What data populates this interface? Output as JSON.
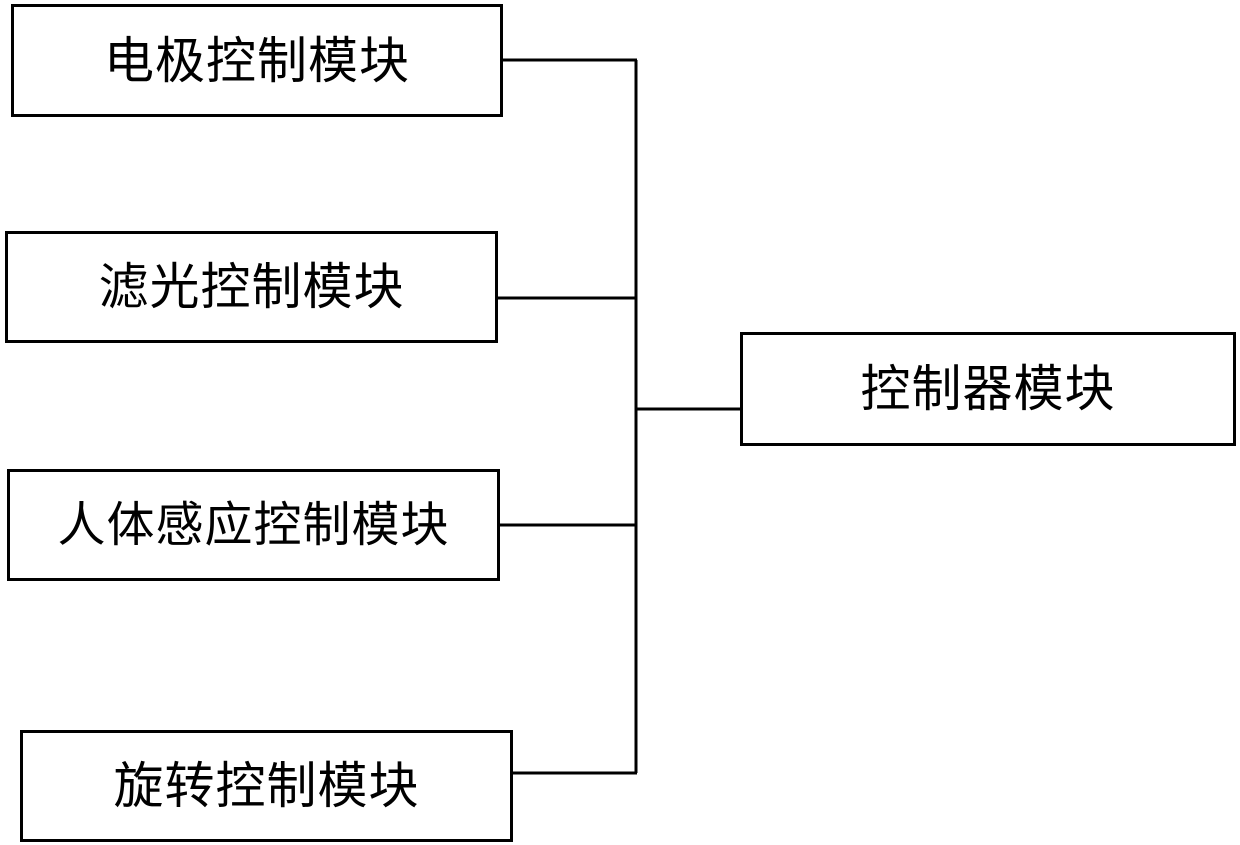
{
  "diagram": {
    "modules": {
      "electrode": "电极控制模块",
      "filter": "滤光控制模块",
      "human_sensing": "人体感应控制模块",
      "rotation": "旋转控制模块"
    },
    "controller": "控制器模块",
    "line_color": "#000000",
    "box_border_color": "#000000",
    "background_color": "#ffffff"
  }
}
